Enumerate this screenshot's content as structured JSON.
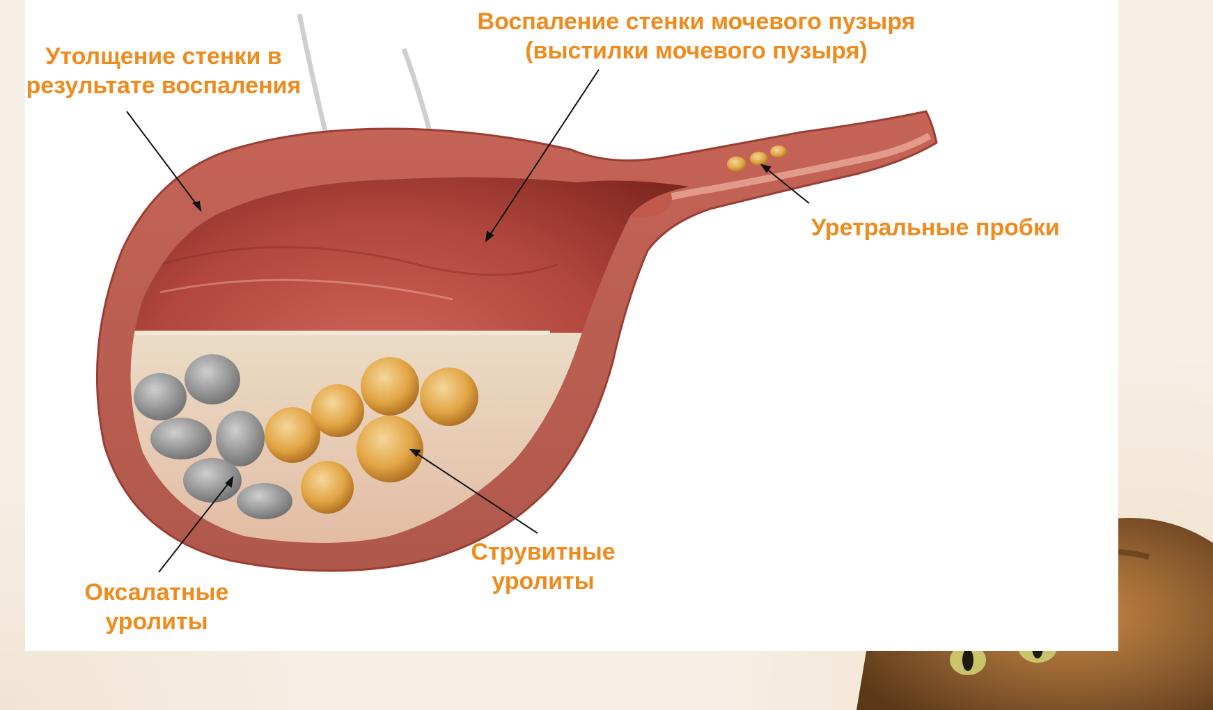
{
  "labels": {
    "wall_thickening": [
      "Утолщение стенки в",
      "результате воспаления"
    ],
    "wall_inflammation": [
      "Воспаление стенки мочевого пузыря",
      "(выстилки мочевого пузыря)"
    ],
    "urethral_plugs": "Уретральные пробки",
    "struvite": [
      "Струвитные",
      "уролиты"
    ],
    "oxalate": [
      "Оксалатные",
      "уролиты"
    ]
  },
  "colors": {
    "label_text": "#f08a1c",
    "bladder_wall": "#c9685c",
    "mucosa": "#b5493f",
    "urine": "#e9d6c0",
    "struvite_stone": "#e0a23c",
    "oxalate_stone": "#9a9a9a"
  }
}
